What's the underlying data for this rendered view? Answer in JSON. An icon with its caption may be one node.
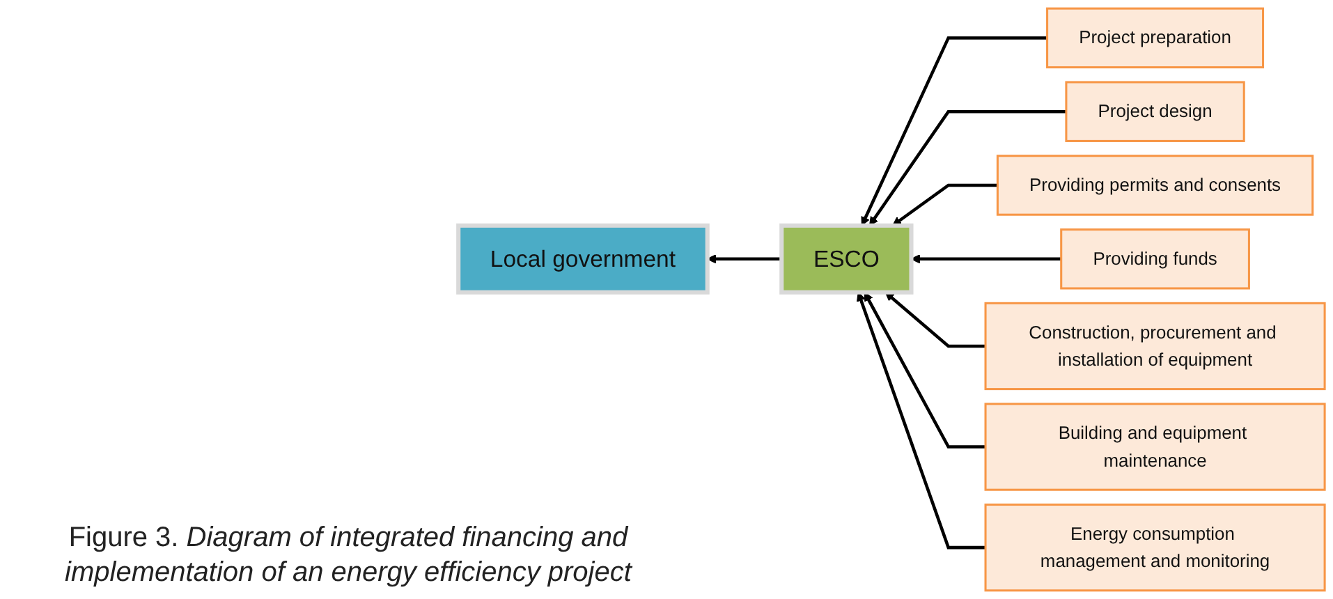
{
  "diagram": {
    "caption": "Figure 3. *Diagram of integrated financing and implementation of an energy efficiency project*",
    "nodes": [
      {
        "text": [
          "Local government"
        ]
      },
      {
        "text": [
          "ESCO"
        ]
      },
      {
        "text": [
          "Project preparation"
        ]
      },
      {
        "text": [
          "Project design"
        ]
      },
      {
        "text": [
          "Providing permits and consents"
        ]
      },
      {
        "text": [
          "Providing funds"
        ]
      },
      {
        "text": [
          "Construction, procurement and installation of equipment"
        ]
      },
      {
        "text": [
          "Building and equipment maintenance"
        ]
      },
      {
        "text": [
          "Energy consumption management and monitoring"
        ]
      }
    ],
    "edges": [
      {
        "from": 2,
        "to": 1,
        "arrow": "to"
      },
      {
        "from": 3,
        "to": 1,
        "arrow": "to"
      },
      {
        "from": 4,
        "to": 1,
        "arrow": "to"
      },
      {
        "from": 5,
        "to": 1,
        "arrow": "to"
      },
      {
        "from": 6,
        "to": 1,
        "arrow": "to"
      },
      {
        "from": 7,
        "to": 1,
        "arrow": "to"
      },
      {
        "from": 8,
        "to": 1,
        "arrow": "to"
      },
      {
        "from": 1,
        "to": 0,
        "arrow": "to"
      }
    ]
  }
}
